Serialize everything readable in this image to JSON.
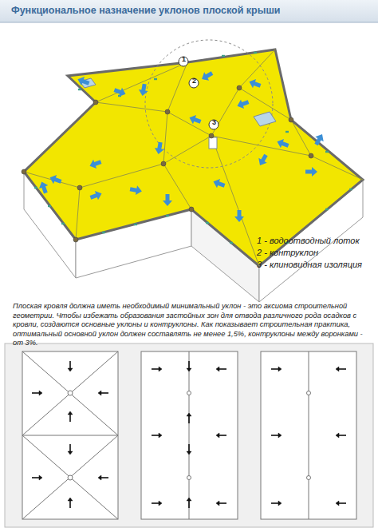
{
  "diagram": {
    "title": "Функциональное назначение уклонов плоской крыши",
    "caption": "Плоская кровля должна иметь необходимый минимальный уклон - это аксиома строительной геометрии. Чтобы избежать образования застойных зон для отвода различного рода осадков с кровли, создаются основные уклоны и контруклоны. Как показывает строительная практика, оптимальный основной уклон должен составлять не менее 1,5%, контруклоны между воронками - от 3%.",
    "labels": [
      "1",
      "2",
      "3",
      "1 - водоотводный лоток",
      "2 - контруклон",
      "3 - клиновидная изоляция"
    ]
  }
}
